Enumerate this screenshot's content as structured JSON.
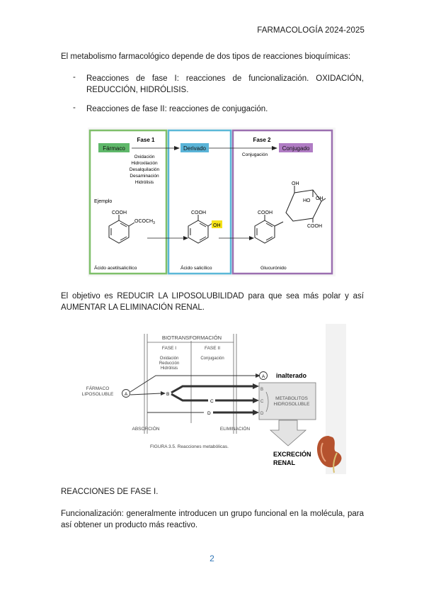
{
  "header": {
    "title": "FARMACOLOGÍA 2024-2025"
  },
  "intro": "El metabolismo farmacológico depende de dos tipos de reacciones bioquímicas:",
  "bullets": [
    {
      "marker": "-",
      "text": "Reacciones de fase I: reacciones de funcionalización. OXIDACIÓN, REDUCCIÓN, HIDRÓLISIS."
    },
    {
      "marker": "-",
      "text": "Reacciones de fase II: reacciones de conjugación."
    }
  ],
  "figure1": {
    "phase1_title": "Fase 1",
    "phase2_title": "Fase 2",
    "farmaco": "Fármaco",
    "derivado": "Derivado",
    "conjugado": "Conjugado",
    "phase1_reactions": [
      "Oxidación",
      "Hidroxilación",
      "Desalquilación",
      "Desaminación",
      "Hidrólisis"
    ],
    "conjugacion": "Conjugación",
    "ejemplo": "Ejemplo",
    "cooh": "COOH",
    "ococh3": "OCOCH",
    "sub3": "3",
    "oh": "OH",
    "ho": "HO",
    "oh_label": "OH",
    "mol1_name": "Ácido acetilsalicílico",
    "mol2_name": "Ácido salicílico",
    "mol3_name": "Glucurónido",
    "colors": {
      "phase1_border": "#7fbf6a",
      "derivado_border": "#5bb8d8",
      "phase2_border": "#9b6fb0",
      "farmaco_fill": "#5fb86a",
      "derivado_fill": "#5ab4d8",
      "conjugado_fill": "#b07cc4",
      "oh_highlight": "#f5e21a"
    }
  },
  "objective": "El objetivo es REDUCIR LA LIPOSOLUBILIDAD para que sea más polar y así AUMENTAR LA ELIMINACIÓN RENAL.",
  "figure2": {
    "biotrans": "BIOTRANSFORMACIÓN",
    "fase1": "FASE I",
    "fase2": "FASE II",
    "fase1_reactions": [
      "Oxidación",
      "Reducción",
      "Hidrólisis"
    ],
    "conjugacion": "Conjugación",
    "farmaco": [
      "FÁRMACO",
      "LIPOSOLUBLE"
    ],
    "a": "A",
    "b": "B",
    "c": "C",
    "d": "D",
    "inalterado": "inalterado",
    "metabolitos": [
      "METABOLITOS",
      "HIDROSOLUBLE"
    ],
    "absorcion": "ABSORCIÓN",
    "eliminacion": "ELIMINACIÓN",
    "caption": "FIGURA 3.5.  Reacciones metabólicas.",
    "excrecion": [
      "EXCRECIÓN",
      "RENAL"
    ]
  },
  "section_title": "REACCIONES DE FASE I.",
  "functionalization": "Funcionalización: generalmente introducen un grupo funcional en la molécula, para así obtener un producto más reactivo.",
  "page_number": "2"
}
